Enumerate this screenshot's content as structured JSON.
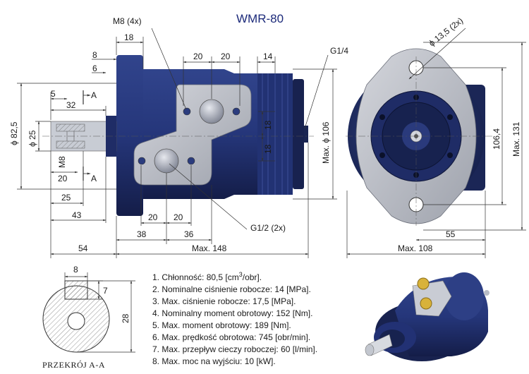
{
  "title": "WMR-80",
  "front_view": {
    "label_bolts": "M8 (4x)",
    "label_g14": "G1/4",
    "label_g12": "G1/2 (2x)",
    "dims": {
      "top_18": "18",
      "left_8": "8",
      "left_6": "6",
      "top_20a": "20",
      "top_20b": "20",
      "top_14": "14",
      "shaft_5": "5",
      "section_mark_top": "A",
      "shaft_32": "32",
      "dia_825": "ϕ 82,5",
      "dia_25": "ϕ 25",
      "m8": "M8",
      "shaft_20": "20",
      "section_mark_bottom": "A",
      "body_18a": "18",
      "body_18b": "18",
      "max_dia_106": "Max. ϕ 106",
      "bot_25": "25",
      "bot_43": "43",
      "bot_20a": "20",
      "bot_20b": "20",
      "bot_38": "38",
      "bot_36": "36",
      "bot_54": "54",
      "bot_max148": "Max.  148"
    }
  },
  "side_view": {
    "dims": {
      "hole_dia": "ϕ 13,5 (2x)",
      "h_1064": "106,4",
      "h_max131": "Max. 131",
      "w_55": "55",
      "w_max108": "Max.  108"
    }
  },
  "section_view": {
    "caption": "PRZEKRÓJ A-A",
    "dims": {
      "key_8": "8",
      "key_7": "7",
      "height_28": "28"
    }
  },
  "specs": [
    {
      "text": "1. Chłonność: 80,5 [cm",
      "sup": "3",
      "tail": "/obr]."
    },
    {
      "text": "2. Nominalne ciśnienie robocze: 14 [MPa]."
    },
    {
      "text": "3. Max. ciśnienie robocze: 17,5 [MPa]."
    },
    {
      "text": "4. Nominalny moment obrotowy: 152 [Nm]."
    },
    {
      "text": "5. Max. moment obrotowy: 189 [Nm]."
    },
    {
      "text": "6. Max. prędkość obrotowa: 745 [obr/min]."
    },
    {
      "text": "7. Max. przepływ cieczy roboczej: 60 [l/min]."
    },
    {
      "text": "8. Max. moc na wyjściu: 10 [kW]."
    }
  ],
  "colors": {
    "motor_blue": "#2b3c7e",
    "motor_dark": "#17224f",
    "flange_gray": "#b9bcc4",
    "dim_ink": "#1a1a1a"
  }
}
